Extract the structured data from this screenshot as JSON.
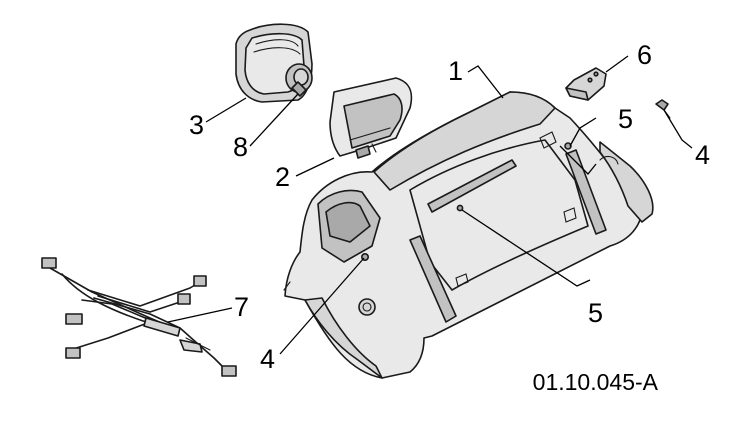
{
  "callouts": {
    "c1": "1",
    "c2": "2",
    "c3": "3",
    "c4a": "4",
    "c4b": "4",
    "c5a": "5",
    "c5b": "5",
    "c6": "6",
    "c7": "7",
    "c8": "8"
  },
  "document_number": "01.10.045-A"
}
